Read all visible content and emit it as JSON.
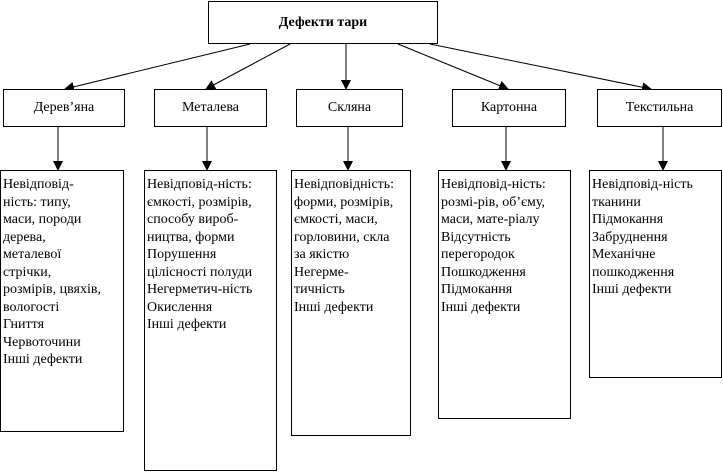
{
  "title": "Дефекти тари",
  "categories": [
    {
      "name": "Дерев’яна",
      "items": [
        "Невідповід-",
        "ність: типу,",
        "маси, породи",
        "дерева,",
        "металевої",
        "стрічки,",
        "розмірів, цвяхів,",
        "вологості",
        "Гниття",
        "Червоточини",
        "Інші дефекти"
      ]
    },
    {
      "name": "Металева",
      "items": [
        "Невідповід-ність:",
        "ємкості, розмірів,",
        "способу вироб-",
        "ництва, форми",
        "Порушення",
        "цілісності полуди",
        "Негерметич-ність",
        "Окислення",
        "Інші дефекти"
      ]
    },
    {
      "name": "Скляна",
      "items": [
        "Невідповідність:",
        "форми, розмірів,",
        "ємкості, маси,",
        "горловини, скла",
        "за якістю",
        "Негерме-",
        "тичність",
        "Інші дефекти"
      ]
    },
    {
      "name": "Картонна",
      "items": [
        "Невідповід-ність:",
        "розмі-рів, об’єму,",
        "маси, мате-ріалу",
        "Відсутність",
        "перегородок",
        "Пошкодження",
        "Підмокання",
        "Інші дефекти"
      ]
    },
    {
      "name": "Текстильна",
      "items": [
        "Невідповід-ність",
        "тканини",
        "Підмокання",
        "Забруднення",
        "Механічне",
        "пошкодження",
        "Інші дефекти"
      ]
    }
  ]
}
